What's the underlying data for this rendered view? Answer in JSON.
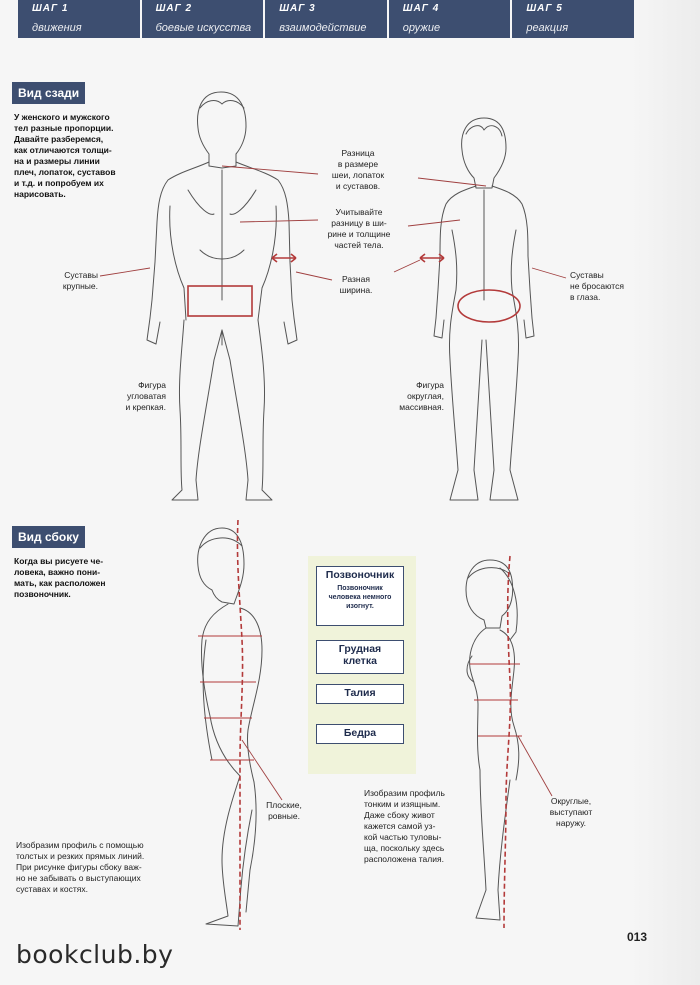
{
  "steps": [
    {
      "num": "ШАГ 1",
      "name": "движения"
    },
    {
      "num": "ШАГ 2",
      "name": "боевые искусства"
    },
    {
      "num": "ШАГ 3",
      "name": "взаимодействие"
    },
    {
      "num": "ШАГ 4",
      "name": "оружие"
    },
    {
      "num": "ШАГ 5",
      "name": "реакция"
    }
  ],
  "back_view": {
    "title": "Вид сзади",
    "intro": [
      "У женского и мужского",
      "тел разные пропорции.",
      "Давайте разберемся,",
      "как отличаются толщи-",
      "на и размеры линии",
      "плеч, лопаток, суставов",
      "и т.д. и попробуем их",
      "нарисовать."
    ],
    "note_neck": [
      "Разница",
      "в размере",
      "шеи, лопаток",
      "и суставов."
    ],
    "note_width": [
      "Учитывайте",
      "разницу в ши-",
      "рине и толщине",
      "частей тела."
    ],
    "note_hips": [
      "Разная",
      "ширина."
    ],
    "note_joints_male": [
      "Суставы",
      "крупные."
    ],
    "note_joints_female": [
      "Суставы",
      "не бросаются",
      "в глаза."
    ],
    "note_male_figure": [
      "Фигура",
      "угловатая",
      "и крепкая."
    ],
    "note_female_figure": [
      "Фигура",
      "округлая,",
      "массивная."
    ]
  },
  "side_view": {
    "title": "Вид сбоку",
    "intro": [
      "Когда вы рисуете че-",
      "ловека, важно пони-",
      "мать, как расположен",
      "позвоночник."
    ],
    "boxes": {
      "spine": "Позвоночник",
      "spine_sub": "Позвоночник человека немного изогнут.",
      "chest": [
        "Грудная",
        "клетка"
      ],
      "waist": "Талия",
      "hips": "Бедра"
    },
    "note_flat": [
      "Плоские,",
      "ровные."
    ],
    "note_round": [
      "Округлые,",
      "выступают",
      "наружу."
    ],
    "note_male_profile": [
      "Изобразим профиль с помощью",
      "толстых и резких прямых линий.",
      "При рисунке фигуры сбоку важ-",
      "но не забывать о выступающих",
      "суставах и костях."
    ],
    "note_female_profile": [
      "Изобразим профиль",
      "тонким и изящным.",
      "Даже сбоку живот",
      "кажется самой уз-",
      "кой частью туловы-",
      "ща, поскольку здесь",
      "расположена талия."
    ]
  },
  "page_number": "013",
  "watermark": "bookclub.by",
  "colors": {
    "navy": "#3d4e70",
    "accent_red": "#b33a3a",
    "panel": "#f0f3da"
  }
}
